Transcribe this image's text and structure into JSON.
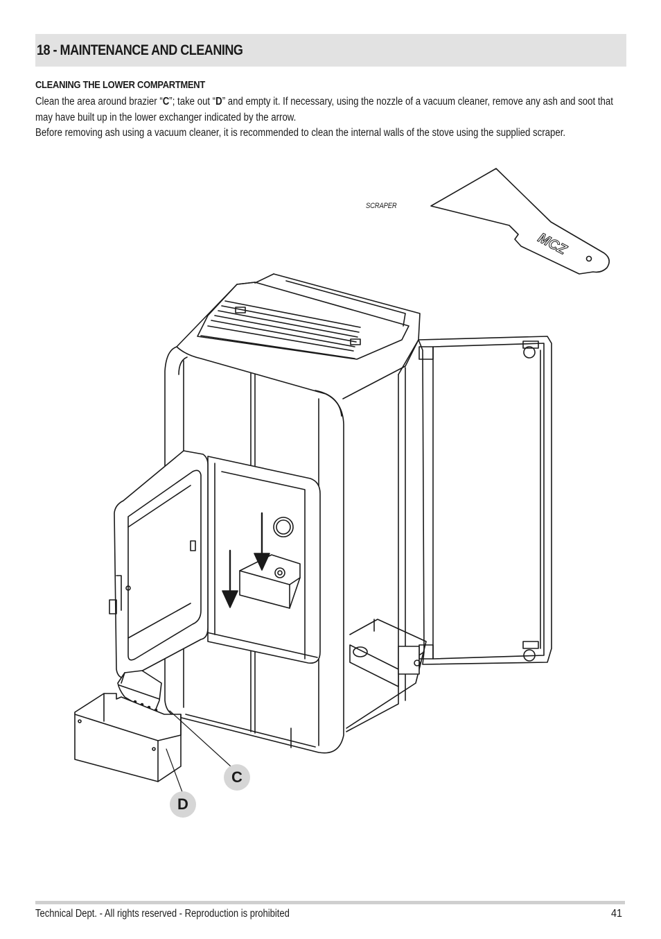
{
  "section": {
    "title": "18 - MAINTENANCE AND CLEANING"
  },
  "content": {
    "subheading": "CLEANING THE LOWER COMPARTMENT",
    "paragraph1": {
      "t1": "Clean the area around brazier “",
      "c": "C",
      "t2": "”; take out “",
      "d": "D",
      "t3": "” and empty it. If necessary, using the nozzle of a vacuum cleaner, remove any ash and soot that may have built up in the lower exchanger indicated by the arrow."
    },
    "paragraph2": "Before removing ash using a vacuum cleaner, it is recommended to clean the internal walls of the stove using the supplied scraper."
  },
  "figure": {
    "scraper_label": "SCRAPER",
    "scraper_brand": "MCZ",
    "callout_c": "C",
    "callout_d": "D"
  },
  "footer": {
    "text": "Technical Dept. - All rights reserved - Reproduction is prohibited",
    "page_number": "41"
  }
}
